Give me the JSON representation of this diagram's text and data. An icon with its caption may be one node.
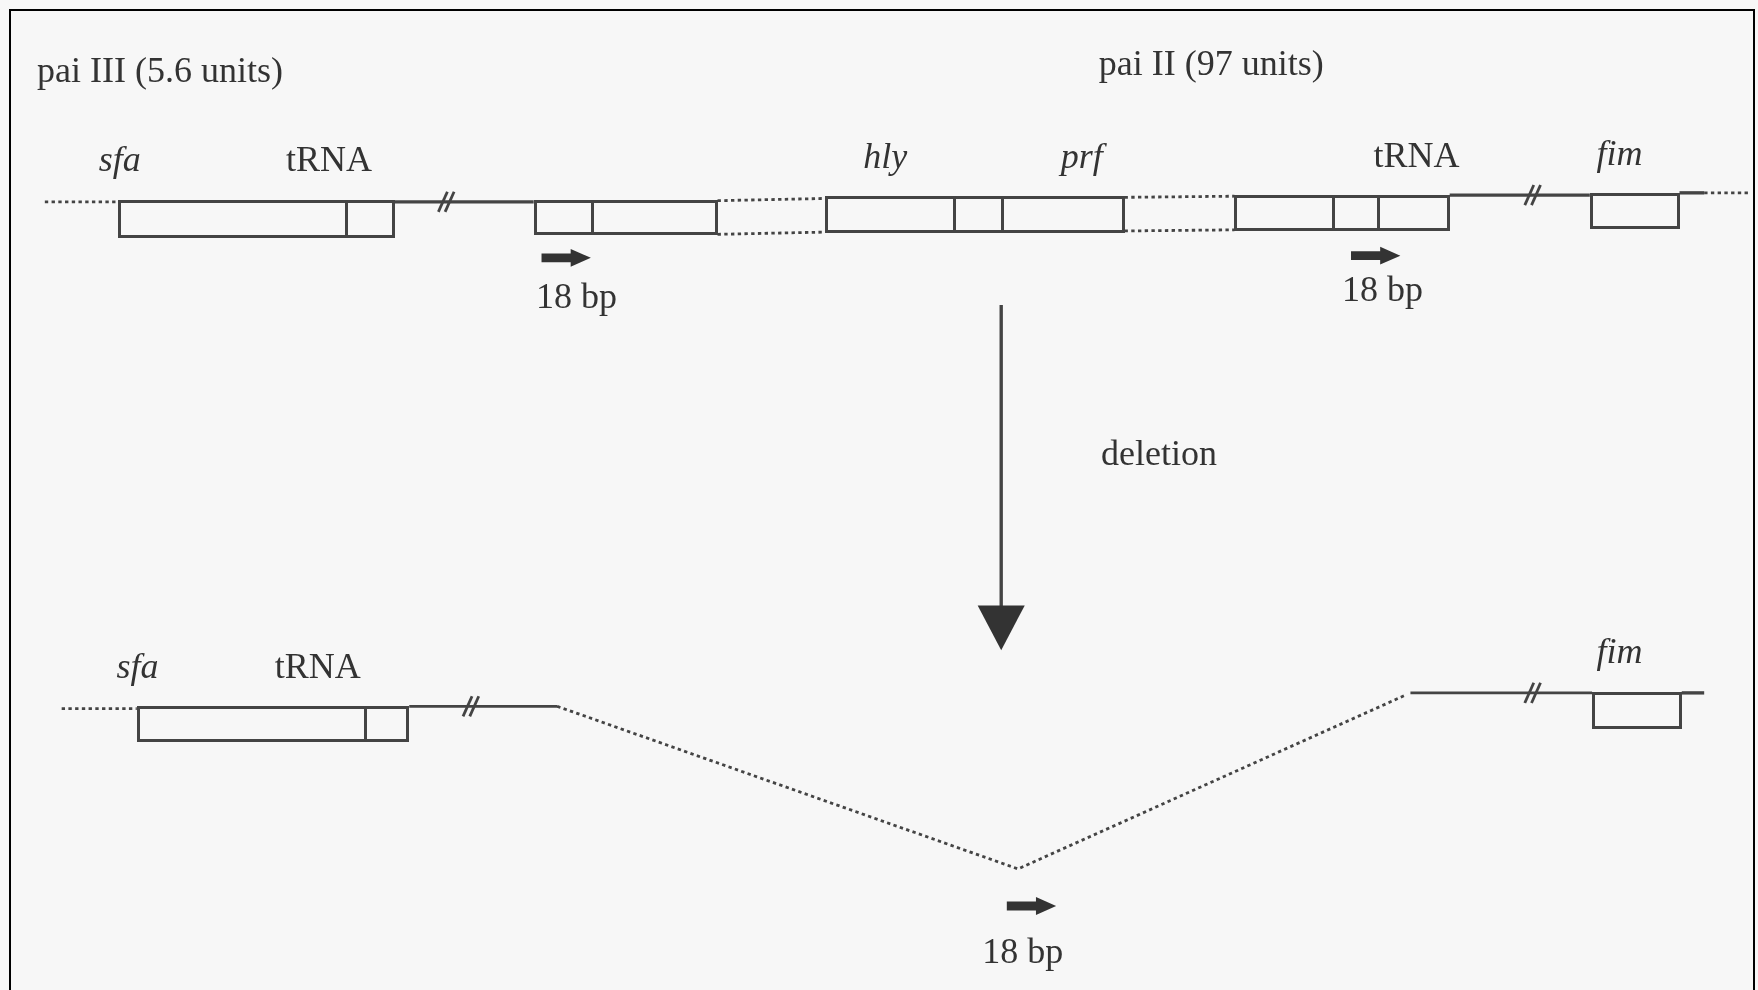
{
  "diagram": {
    "nodes": [
      {
        "text": [
          "sfa",
          "tRNA"
        ]
      },
      {
        "text": [],
        "shape": "box"
      },
      {
        "text": [
          "hly",
          "prf"
        ]
      },
      {
        "text": [
          "tRNA"
        ]
      },
      {
        "text": [
          "fim"
        ]
      },
      {
        "text": [
          "sfa",
          "tRNA"
        ]
      },
      {
        "text": [
          "fim"
        ]
      }
    ],
    "edges": [
      {
        "from": 0,
        "to": 1,
        "arrow": "none"
      },
      {
        "from": 1,
        "to": 2,
        "arrow": "none",
        "style": "dashed"
      },
      {
        "from": 1,
        "to": 2,
        "arrow": "none",
        "style": "dashed"
      },
      {
        "from": 2,
        "to": 3,
        "arrow": "none",
        "style": "dashed"
      },
      {
        "from": 2,
        "to": 3,
        "arrow": "none",
        "style": "dashed"
      },
      {
        "from": 3,
        "to": 4,
        "arrow": "none"
      },
      {
        "from": 5,
        "to": 6,
        "arrow": "none",
        "style": "dashed"
      }
    ],
    "labels": [
      "pai III (5.6 units)",
      "pai II (97 units)",
      "18 bp",
      "18 bp",
      "deletion",
      "18 bp"
    ]
  }
}
